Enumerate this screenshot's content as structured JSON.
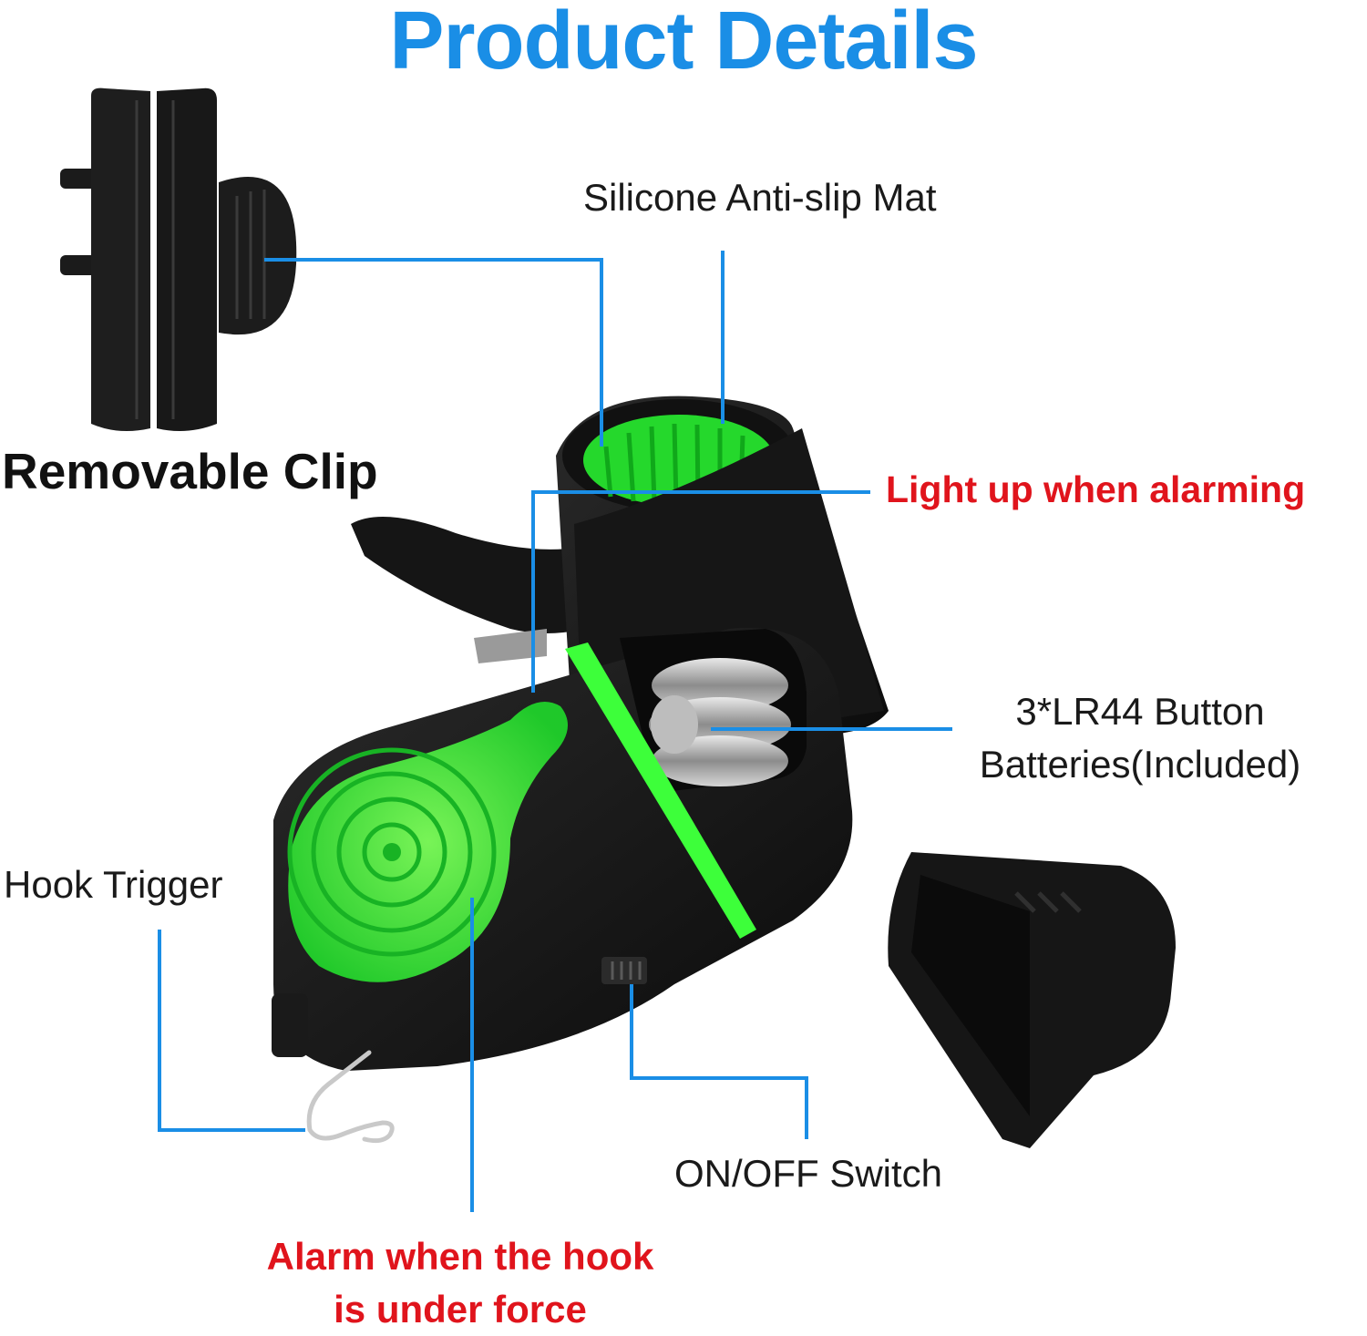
{
  "title": "Product Details",
  "labels": {
    "removable_clip": "Removable Clip",
    "silicone_mat": "Silicone Anti-slip Mat",
    "light_up": "Light up when alarming",
    "batteries_line1": "3*LR44 Button",
    "batteries_line2": "Batteries(Included)",
    "hook_trigger": "Hook Trigger",
    "on_off_switch": "ON/OFF Switch",
    "alarm_line1": "Alarm when the hook",
    "alarm_line2": "is under force"
  },
  "colors": {
    "title": "#1a8ee6",
    "callout_line": "#1a8ee6",
    "highlight_text": "#e0141c",
    "accent_green": "#39ff3c",
    "device_body": "#141414"
  },
  "icons": {
    "removable_clip_image": "clip-icon",
    "device_image": "bite-alarm-device",
    "cap_image": "battery-cap"
  }
}
